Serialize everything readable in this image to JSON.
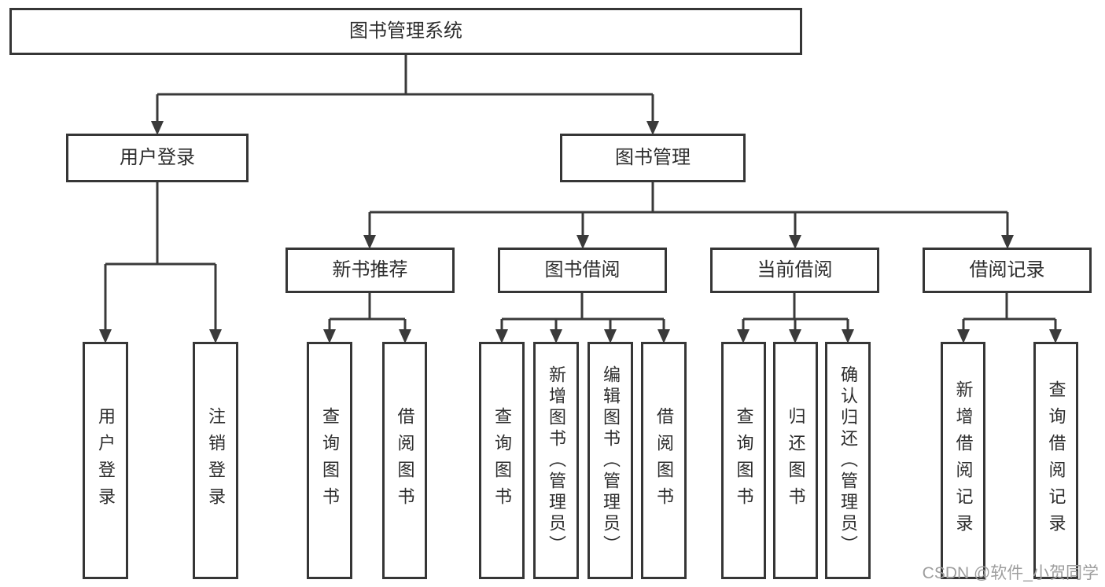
{
  "diagram_title": "图书管理系统",
  "tree": {
    "root": {
      "label": "图书管理系统",
      "children": [
        {
          "label": "用户登录",
          "children": [
            {
              "label": "用户登录"
            },
            {
              "label": "注销登录"
            }
          ]
        },
        {
          "label": "图书管理",
          "children": [
            {
              "label": "新书推荐",
              "children": [
                {
                  "label": "查询图书"
                },
                {
                  "label": "借阅图书"
                }
              ]
            },
            {
              "label": "图书借阅",
              "children": [
                {
                  "label": "查询图书"
                },
                {
                  "label": "新增图书（管理员）"
                },
                {
                  "label": "编辑图书（管理员）"
                },
                {
                  "label": "借阅图书"
                }
              ]
            },
            {
              "label": "当前借阅",
              "children": [
                {
                  "label": "查询图书"
                },
                {
                  "label": "归还图书"
                },
                {
                  "label": "确认归还（管理员）"
                }
              ]
            },
            {
              "label": "借阅记录",
              "children": [
                {
                  "label": "新增借阅记录"
                },
                {
                  "label": "查询借阅记录"
                }
              ]
            }
          ]
        }
      ]
    }
  },
  "watermark": {
    "text": "CSDN @软件_小贺同学",
    "color": "#9e9e9e"
  },
  "colors": {
    "line": "#3a3a3a",
    "box_border": "#363636",
    "text": "#2d2d2d",
    "background": "#ffffff"
  }
}
